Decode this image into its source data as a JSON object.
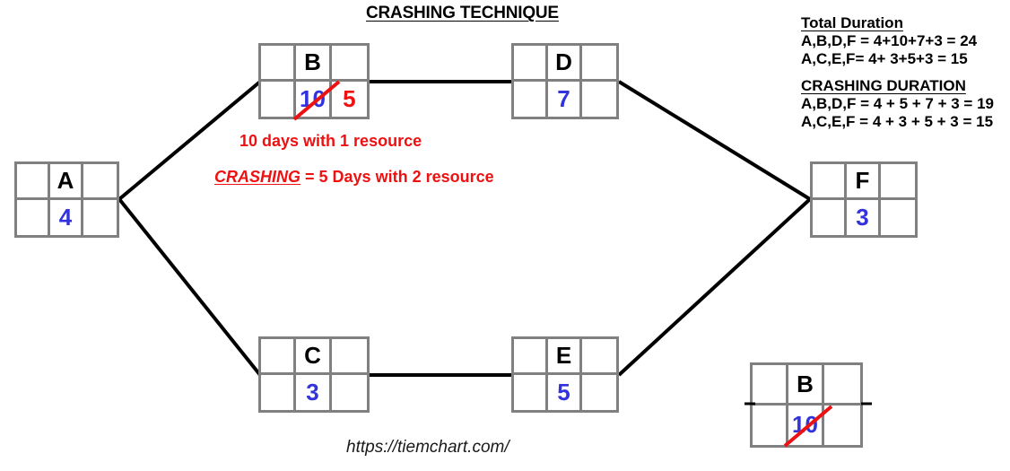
{
  "title": "CRASHING TECHNIQUE",
  "footer_url": "https://tiemchart.com/",
  "colors": {
    "node_border": "#808080",
    "duration_blue": "#3333dd",
    "crash_red": "#ee1111",
    "edge_black": "#000000",
    "text_black": "#000000"
  },
  "nodes": [
    {
      "id": "A",
      "name": "A",
      "duration": "4",
      "crashed_duration": "",
      "struck": false
    },
    {
      "id": "B",
      "name": "B",
      "duration": "10",
      "crashed_duration": "5",
      "struck": true
    },
    {
      "id": "D",
      "name": "D",
      "duration": "7",
      "crashed_duration": "",
      "struck": false
    },
    {
      "id": "C",
      "name": "C",
      "duration": "3",
      "crashed_duration": "",
      "struck": false
    },
    {
      "id": "E",
      "name": "E",
      "duration": "5",
      "crashed_duration": "",
      "struck": false
    },
    {
      "id": "F",
      "name": "F",
      "duration": "3",
      "crashed_duration": "",
      "struck": false
    },
    {
      "id": "B2",
      "name": "B",
      "duration": "10",
      "crashed_duration": "",
      "struck": true
    }
  ],
  "edges": [
    {
      "from": "A",
      "to": "B"
    },
    {
      "from": "B",
      "to": "D"
    },
    {
      "from": "D",
      "to": "F"
    },
    {
      "from": "A",
      "to": "C"
    },
    {
      "from": "C",
      "to": "E"
    },
    {
      "from": "E",
      "to": "F"
    }
  ],
  "annotations": {
    "resource_note": "10 days with 1 resource",
    "crashing_keyword": "CRASHING",
    "crashing_rest": " = 5 Days with 2 resource"
  },
  "summary": {
    "total": {
      "heading": "Total Duration",
      "lines": [
        "A,B,D,F = 4+10+7+3 = 24",
        "A,C,E,F=  4+  3+5+3 = 15"
      ]
    },
    "crashing": {
      "heading": "CRASHING DURATION",
      "lines": [
        "A,B,D,F = 4 + 5 + 7 + 3 = 19",
        "A,C,E,F = 4 + 3 + 5 + 3 = 15"
      ]
    }
  }
}
